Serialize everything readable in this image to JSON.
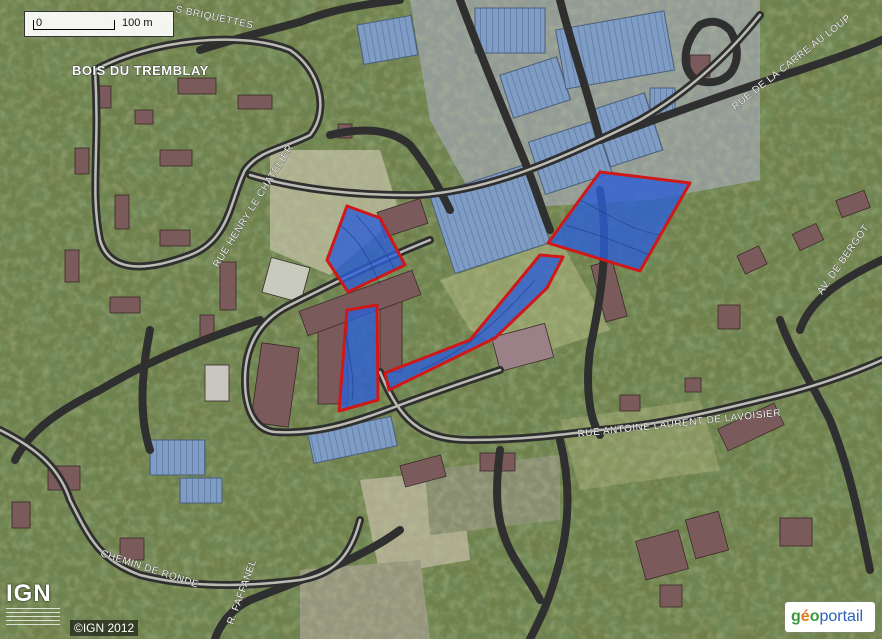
{
  "map": {
    "scale": {
      "zero": "0",
      "distance": "100 m"
    },
    "place_name": "BOIS DU TREMBLAY",
    "streets": {
      "briquettes": "S BRIQUETTES",
      "henry": "RUE HENRY LE CHATELIER",
      "lavoisier": "RUE ANTOINE LAURENT DE LAVOISIER",
      "carre": "RUE DE LA CARRE AU LOUP",
      "bergot": "AV. DE BERGOT",
      "ronde": "CHEMIN DE RONDE",
      "faffanel": "R. FAFFANEL"
    },
    "branding": {
      "ign_logo": "IGN",
      "copyright": "©IGN 2012",
      "geoportail": "géoportail"
    },
    "colors": {
      "highlight_fill": "#2d5fd6",
      "highlight_stroke": "#d01818",
      "road": "#2f2f2f"
    }
  }
}
